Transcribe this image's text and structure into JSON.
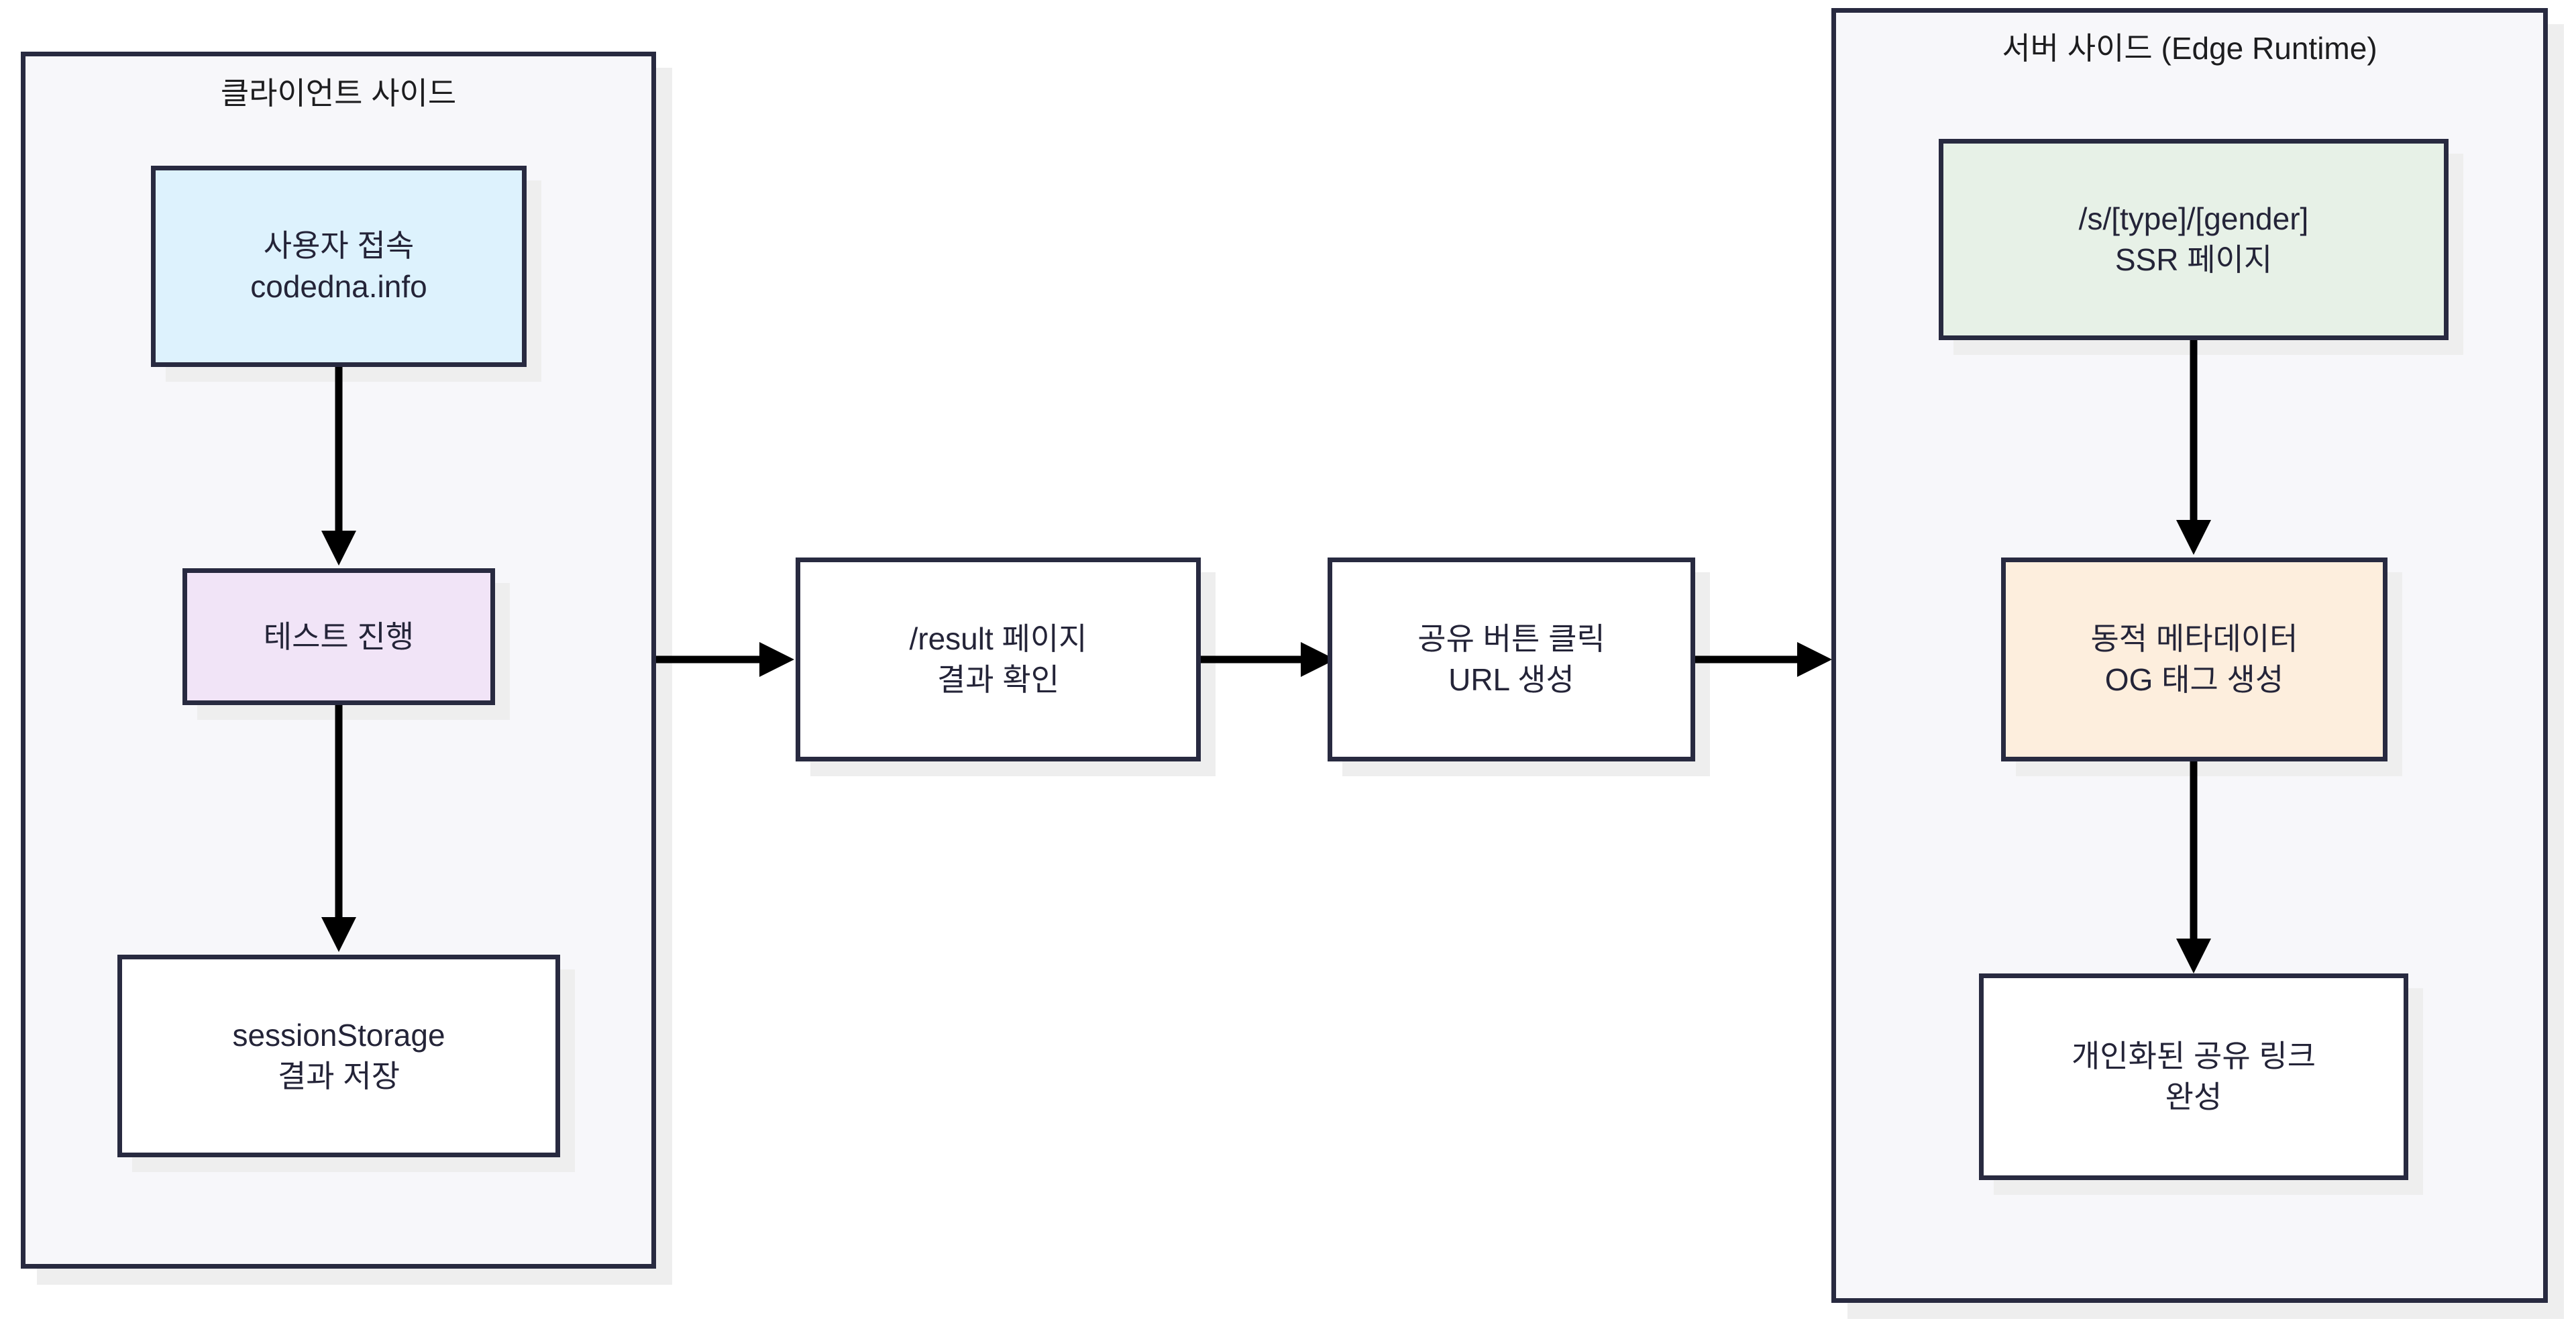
{
  "diagram": {
    "title_client": "클라이언트 사이드",
    "title_server": "서버 사이드 (Edge Runtime)",
    "colors": {
      "border": "#282a40",
      "panel_fill": "#f7f7fa",
      "shadow": "#eeeeee",
      "blue": "#ddf2fd",
      "pink": "#f1e4f7",
      "green": "#e7f1e7",
      "orange": "#fdeedd",
      "white": "#ffffff",
      "text": "#242438",
      "arrow": "#000000"
    },
    "client_nodes": [
      {
        "id": "user-access",
        "line1": "사용자 접속",
        "line2": "codedna.info"
      },
      {
        "id": "run-test",
        "line1": "테스트 진행",
        "line2": ""
      },
      {
        "id": "session-storage",
        "line1": "sessionStorage",
        "line2": "결과 저장"
      }
    ],
    "middle_nodes": [
      {
        "id": "result-page",
        "line1": "/result 페이지",
        "line2": "결과 확인"
      },
      {
        "id": "share-button",
        "line1": "공유 버튼 클릭",
        "line2": "URL 생성"
      }
    ],
    "server_nodes": [
      {
        "id": "ssr-page",
        "line1": "/s/[type]/[gender]",
        "line2": "SSR 페이지"
      },
      {
        "id": "og-meta",
        "line1": "동적 메타데이터",
        "line2": "OG 태그 생성"
      },
      {
        "id": "share-link",
        "line1": "개인화된 공유 링크",
        "line2": "완성"
      }
    ],
    "edges": [
      {
        "id": "edge-user-to-test",
        "direction": "down"
      },
      {
        "id": "edge-test-to-session",
        "direction": "down"
      },
      {
        "id": "edge-client-to-result",
        "direction": "right"
      },
      {
        "id": "edge-result-to-share",
        "direction": "right"
      },
      {
        "id": "edge-share-to-server",
        "direction": "right"
      },
      {
        "id": "edge-ssr-to-og",
        "direction": "down"
      },
      {
        "id": "edge-og-to-link",
        "direction": "down"
      }
    ]
  }
}
